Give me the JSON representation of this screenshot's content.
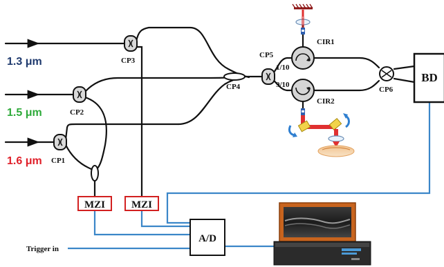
{
  "labels": {
    "wl_1300": "1.3 μm",
    "wl_1500": "1.5 μm",
    "wl_1600": "1.6 μm",
    "cp1": "CP1",
    "cp2": "CP2",
    "cp3": "CP3",
    "cp4": "CP4",
    "cp5": "CP5",
    "cp6": "CP6",
    "cir1": "CIR1",
    "cir2": "CIR2",
    "ratio_top": "1/10",
    "ratio_bottom": "9/10",
    "bd": "BD",
    "mzi_left": "MZI",
    "mzi_right": "MZI",
    "ad": "A/D",
    "trigger": "Trigger in"
  },
  "colors": {
    "wl_1300": "#1f3a6e",
    "wl_1500": "#2eaa3a",
    "wl_1600": "#e0202a",
    "fiber": "#111111",
    "electrical": "#3a86c8",
    "mzi_border": "#d22020",
    "beam": "#e03030",
    "monitor_frame": "#c8641e",
    "tissue": "#e9b784"
  },
  "icons": {
    "mirror": "reference-mirror-icon",
    "galvo": "galvo-scanner-icon",
    "computer": "computer-workstation-icon"
  }
}
